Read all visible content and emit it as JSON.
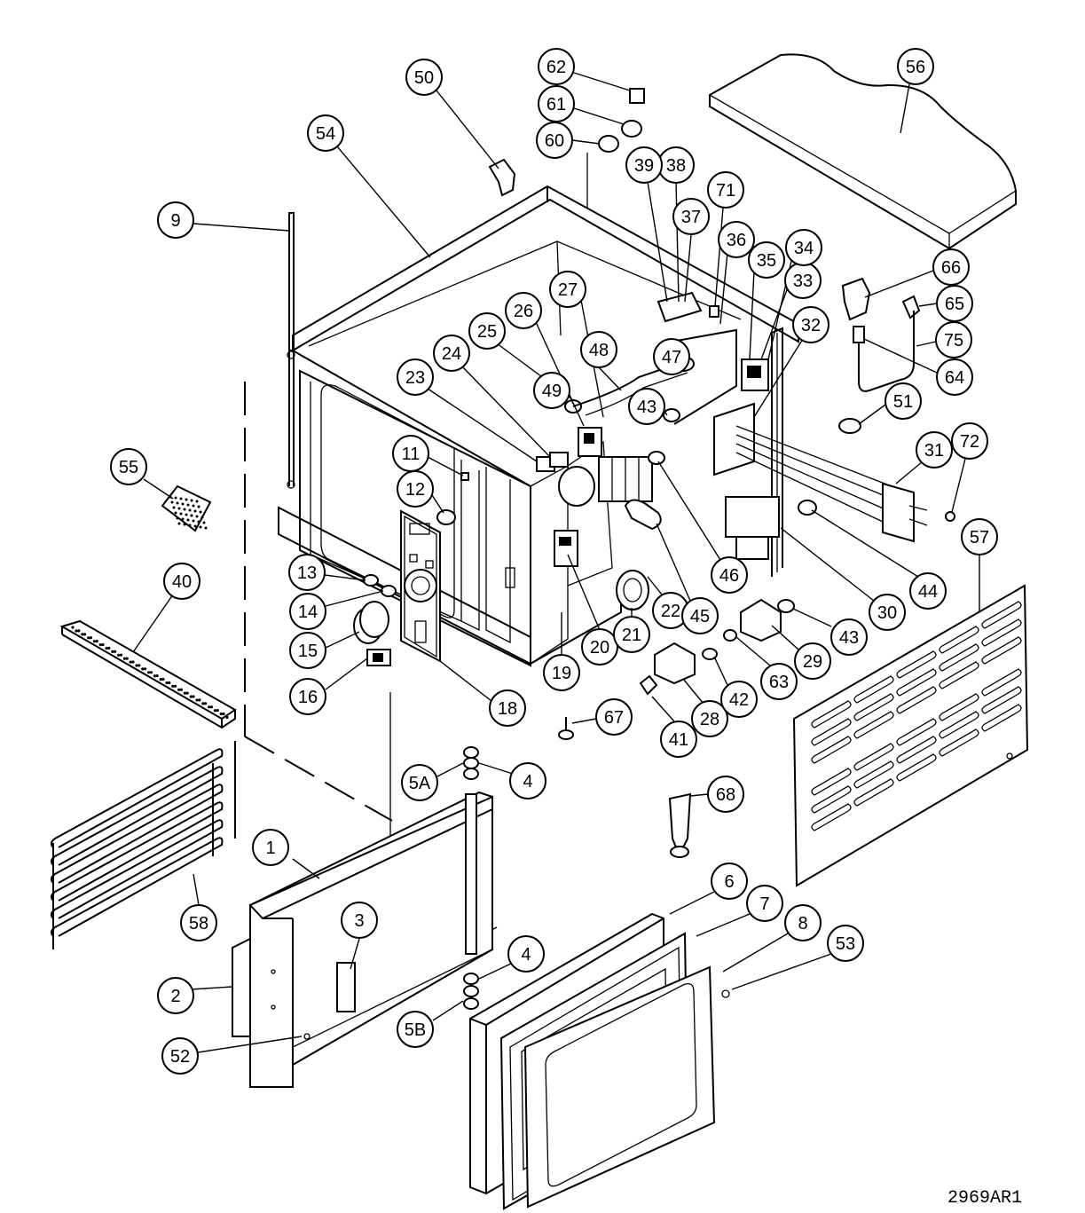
{
  "drawing_number": "2969AR1",
  "callouts": [
    {
      "label": "1"
    },
    {
      "label": "2"
    },
    {
      "label": "3"
    },
    {
      "label": "4"
    },
    {
      "label": "4"
    },
    {
      "label": "5A"
    },
    {
      "label": "5B"
    },
    {
      "label": "6"
    },
    {
      "label": "7"
    },
    {
      "label": "8"
    },
    {
      "label": "9"
    },
    {
      "label": "11"
    },
    {
      "label": "12"
    },
    {
      "label": "13"
    },
    {
      "label": "14"
    },
    {
      "label": "15"
    },
    {
      "label": "16"
    },
    {
      "label": "18"
    },
    {
      "label": "19"
    },
    {
      "label": "20"
    },
    {
      "label": "21"
    },
    {
      "label": "22"
    },
    {
      "label": "23"
    },
    {
      "label": "24"
    },
    {
      "label": "25"
    },
    {
      "label": "26"
    },
    {
      "label": "27"
    },
    {
      "label": "28"
    },
    {
      "label": "29"
    },
    {
      "label": "30"
    },
    {
      "label": "31"
    },
    {
      "label": "32"
    },
    {
      "label": "33"
    },
    {
      "label": "34"
    },
    {
      "label": "35"
    },
    {
      "label": "36"
    },
    {
      "label": "37"
    },
    {
      "label": "38"
    },
    {
      "label": "39"
    },
    {
      "label": "40"
    },
    {
      "label": "41"
    },
    {
      "label": "42"
    },
    {
      "label": "43"
    },
    {
      "label": "43"
    },
    {
      "label": "44"
    },
    {
      "label": "45"
    },
    {
      "label": "46"
    },
    {
      "label": "47"
    },
    {
      "label": "48"
    },
    {
      "label": "49"
    },
    {
      "label": "50"
    },
    {
      "label": "51"
    },
    {
      "label": "52"
    },
    {
      "label": "53"
    },
    {
      "label": "54"
    },
    {
      "label": "55"
    },
    {
      "label": "56"
    },
    {
      "label": "57"
    },
    {
      "label": "58"
    },
    {
      "label": "60"
    },
    {
      "label": "61"
    },
    {
      "label": "62"
    },
    {
      "label": "63"
    },
    {
      "label": "64"
    },
    {
      "label": "65"
    },
    {
      "label": "66"
    },
    {
      "label": "67"
    },
    {
      "label": "68"
    },
    {
      "label": "71"
    },
    {
      "label": "72"
    },
    {
      "label": "75"
    }
  ]
}
